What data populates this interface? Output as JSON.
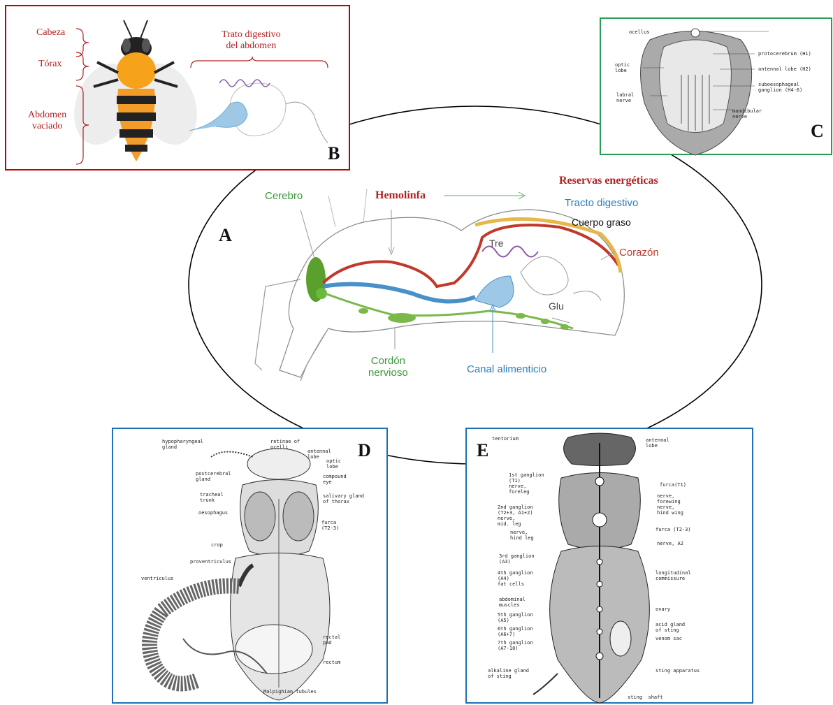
{
  "panel_a": {
    "letter": "A",
    "labels": {
      "cerebro": "Cerebro",
      "hemolinfa": "Hemolinfa",
      "reservas": "Reservas energéticas",
      "tracto": "Tracto digestivo",
      "cuerpo_graso": "Cuerpo graso",
      "corazon": "Corazón",
      "tre": "Tre",
      "glu": "Glu",
      "cordon_1": "Cordón",
      "cordon_2": "nervioso",
      "canal": "Canal alimenticio"
    }
  },
  "panel_b": {
    "letter": "B",
    "cabeza": "Cabeza",
    "torax": "Tórax",
    "abdomen_1": "Abdomen",
    "abdomen_2": "vaciado",
    "trato_1": "Trato digestivo",
    "trato_2": "del abdomen"
  },
  "panel_c": {
    "letter": "C",
    "ocellus": "ocellus",
    "optic_lobe": "optic\nlobe",
    "protocerebrum": "protocerebrum (H1)",
    "antennal_lobe": "antennal lobe (H2)",
    "labral_nerve": "labral\nnerve",
    "subesophageal": "suboesophageal\nganglion (H4-6)",
    "mandibular": "mandibular\nnerve"
  },
  "panel_d": {
    "letter": "D",
    "left_labels": [
      "hypopharyngeal\ngland",
      "postcerebral\ngland",
      "tracheal\ntrunk",
      "oesophagus",
      "crop",
      "proventriculus",
      "ventriculus"
    ],
    "right_labels": [
      "retinae of\nocelli",
      "antennal\nlobe",
      "optic\nlobe",
      "compound\neye",
      "salivary gland\nof thorax",
      "furca\n(T2-3)",
      "rectal\npad",
      "rectum",
      "Malpighian tubules"
    ]
  },
  "panel_e": {
    "letter": "E",
    "left_labels": [
      "tentorium",
      "1st ganglion\n(T1)\nnerve,\nforeleg",
      "2nd ganglion\n(T2+3, A1+2)\nnerve,\nmid. leg",
      "nerve,\nhind leg",
      "3rd ganglion\n(A3)",
      "4th ganglion\n(A4)\nfat cells",
      "abdominal\nmuscles",
      "5th ganglion\n(A5)",
      "6th ganglion\n(A6+7)",
      "7th ganglion\n(A7-10)",
      "alkaline gland\nof sting"
    ],
    "right_labels": [
      "antennal\nlobe",
      "furca(T1)",
      "nerve,\nforewing\nnerve,\nhind wing",
      "furca (T2-3)",
      "nerve, A2",
      "longitudinal\ncommissure",
      "ovary",
      "acid gland\nof sting",
      "venom sac",
      "sting apparatus",
      "sting  shaft"
    ]
  },
  "colors": {
    "red": "#b22222",
    "green": "#3a9a3a",
    "blue": "#1f78b4",
    "panel_b_border": "#c00000",
    "panel_c_border": "#2a9d55",
    "panel_de_border": "#1f6fb8"
  }
}
